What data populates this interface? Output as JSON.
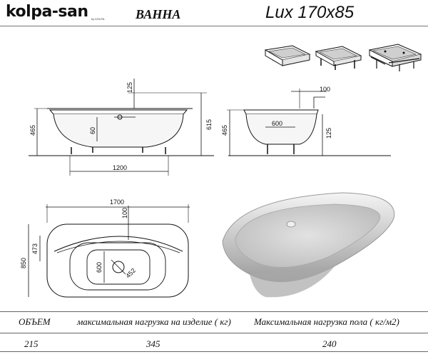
{
  "header": {
    "brand": "kolpa-san",
    "brand_sub": "by KOLPA",
    "product_type": "ВАННА",
    "model": "Lux 170x85"
  },
  "dimensions": {
    "front": {
      "height": "465",
      "depth": "60",
      "rim": "125",
      "overall_height": "615",
      "base_length": "1200"
    },
    "side": {
      "rim_top": "100",
      "height": "465",
      "base_width": "600",
      "base_height": "125"
    },
    "top": {
      "length": "1700",
      "width": "850",
      "inner": "473",
      "drain_offset": "100",
      "inner_width": "600",
      "drain": "452"
    }
  },
  "table": {
    "headers": [
      "ОБЪЕМ",
      "максимальная нагрузка на изделие ( кг)",
      "Максимальная нагрузка пола ( кг/м2)"
    ],
    "values": [
      "215",
      "345",
      "240"
    ]
  },
  "icons": [
    "bathtub-plain-icon",
    "bathtub-frame-icon",
    "bathtub-hydromassage-icon"
  ],
  "colors": {
    "line": "#111111",
    "tub_fill": "#dcdcdc",
    "rule": "#666666"
  }
}
